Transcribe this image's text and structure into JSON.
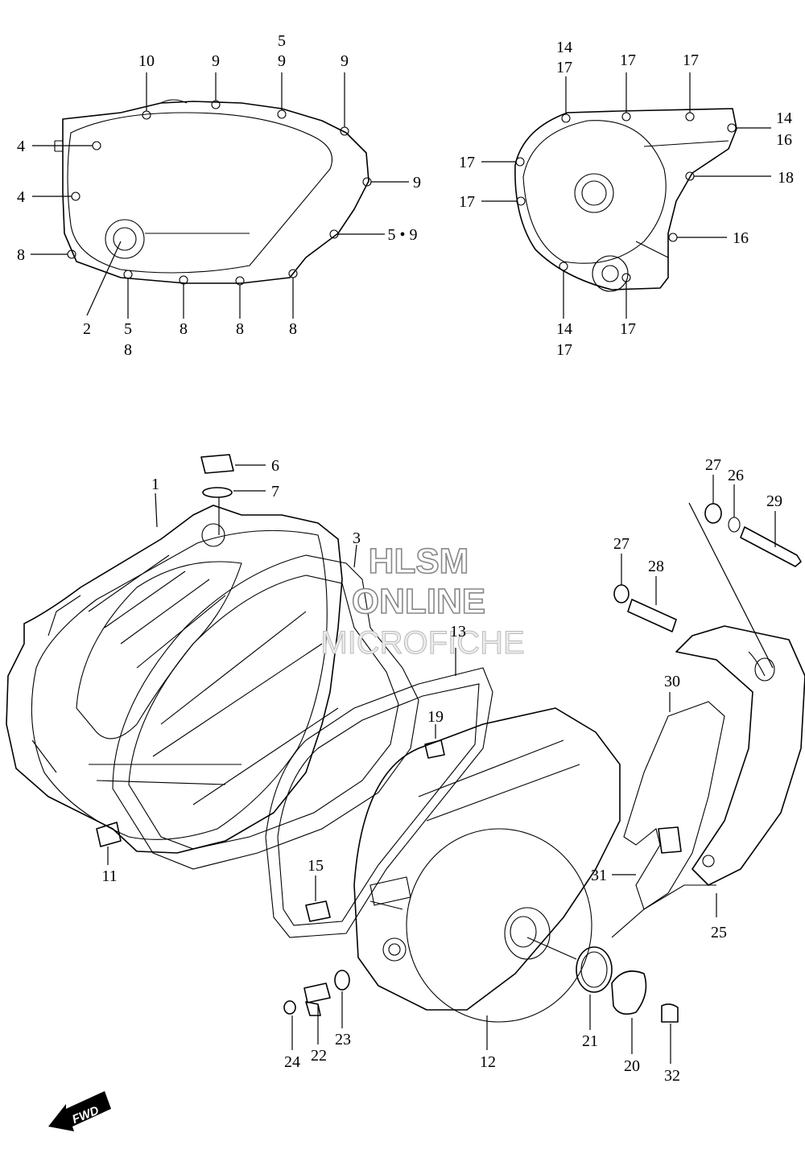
{
  "watermark": {
    "line1": "HLSM",
    "line2": "ONLINE",
    "line3": "MICROFICHE"
  },
  "direction_badge": "FWD",
  "colors": {
    "line": "#000000",
    "background": "#ffffff",
    "watermark_stroke": "#888888"
  },
  "callouts": {
    "cl_10": "10",
    "cl_9a": "9",
    "cl_5top": "5",
    "cl_9b": "9",
    "cl_9c": "9",
    "cl_4a": "4",
    "cl_4b": "4",
    "cl_9d": "9",
    "cl_59": "5 • 9",
    "cl_8a": "8",
    "cl_2": "2",
    "cl_5bot": "5",
    "cl_8b": "8",
    "cl_8c": "8",
    "cl_8d": "8",
    "cl_8e": "8",
    "cl_14a": "14",
    "cl_17a": "17",
    "cl_17b": "17",
    "cl_17c": "17",
    "cl_14b": "14",
    "cl_16a": "16",
    "cl_17d": "17",
    "cl_18": "18",
    "cl_17e": "17",
    "cl_16b": "16",
    "cl_14c": "14",
    "cl_17f": "17",
    "cl_17g": "17",
    "cl_1": "1",
    "cl_6": "6",
    "cl_7": "7",
    "cl_3": "3",
    "cl_13": "13",
    "cl_27a": "27",
    "cl_26": "26",
    "cl_29": "29",
    "cl_27b": "27",
    "cl_28": "28",
    "cl_30": "30",
    "cl_19": "19",
    "cl_11": "11",
    "cl_15": "15",
    "cl_31": "31",
    "cl_25": "25",
    "cl_24": "24",
    "cl_22": "22",
    "cl_23": "23",
    "cl_12": "12",
    "cl_21": "21",
    "cl_20": "20",
    "cl_32": "32"
  }
}
